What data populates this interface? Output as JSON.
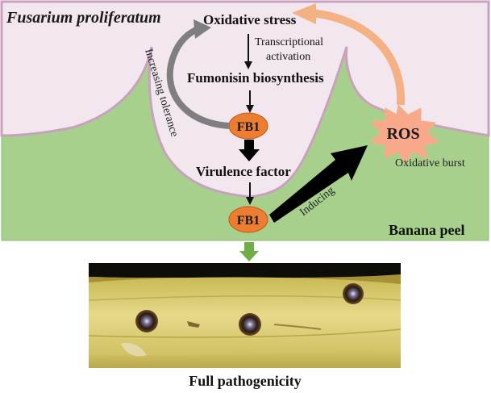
{
  "labels": {
    "organism": "Fusarium proliferatum",
    "oxidative_stress": "Oxidative stress",
    "transcriptional_line1": "Transcriptional",
    "transcriptional_line2": "activation",
    "fumonisin": "Fumonisin biosynthesis",
    "fb1_top": "FB1",
    "virulence": "Virulence factor",
    "fb1_bottom": "FB1",
    "increasing_tolerance": "Increasing tolerance",
    "inducing": "Inducing",
    "ros": "ROS",
    "oxidative_burst": "Oxidative burst",
    "banana_peel": "Banana peel",
    "full_pathogenicity": "Full pathogenicity"
  },
  "colors": {
    "host_green": "#a8d08d",
    "fungus_pink": "#f2e6ef",
    "border_mauve": "#c8a2bd",
    "fb1_orange": "#ed7d31",
    "ros_salmon": "#f8a98c",
    "feedback_arrow": "#f4b183",
    "tolerance_arrow": "#7f7f7f",
    "down_arrow_green": "#70ad47",
    "banana_yellow": "#d8c86a"
  }
}
